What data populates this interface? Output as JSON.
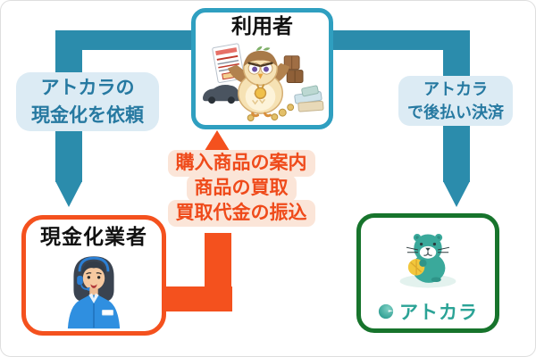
{
  "colors": {
    "teal": "#2b8cac",
    "teal-border": "#2f9fc0",
    "bubble-bg": "#dcebf4",
    "bubble-text": "#2679a1",
    "orange": "#f4511e",
    "pink-bg": "#fbe5d8",
    "orange-text": "#ef4a1a",
    "green": "#17742c",
    "otter-teal": "#3aa99b",
    "logo-teal": "#2ba396",
    "shell-yellow": "#f2c73c"
  },
  "nodes": {
    "user": {
      "title": "利用者"
    },
    "converter": {
      "title": "現金化業者"
    },
    "atokara": {
      "logo_text": "アトカラ"
    }
  },
  "labels": {
    "request": {
      "line1": "アトカラの",
      "line2": "現金化を依頼"
    },
    "deferred": {
      "line1": "アトカラ",
      "line2": "で後払い決済"
    },
    "center": {
      "line1": "購入商品の案内",
      "line2": "商品の買取",
      "line3": "買取代金の振込"
    }
  }
}
